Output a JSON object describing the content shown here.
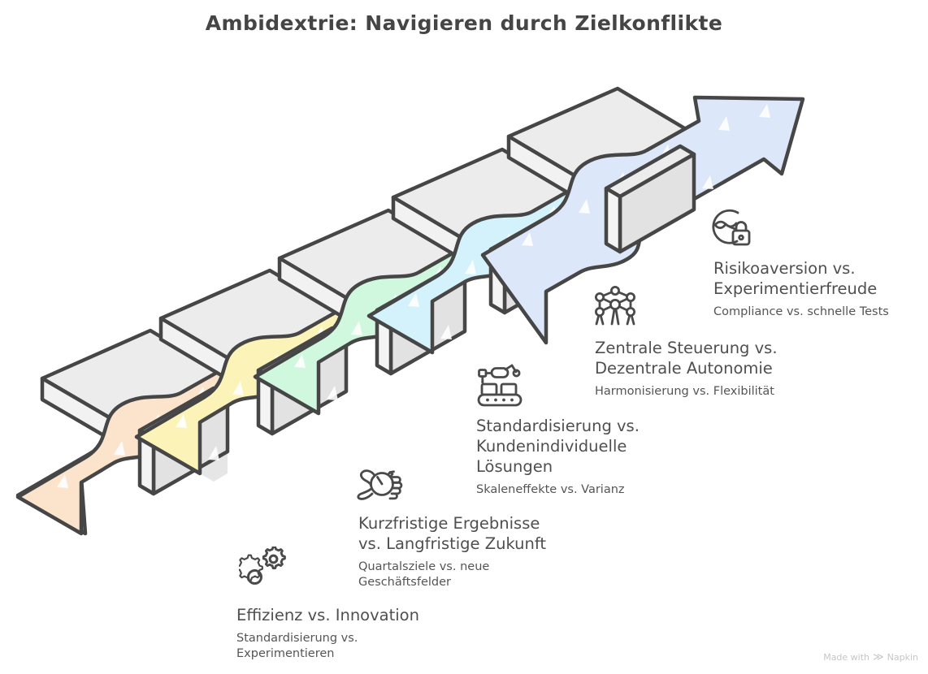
{
  "header": {
    "title": "Ambidextrie: Navigieren durch Zielkonflikte"
  },
  "diagram": {
    "type": "isometric-hurdle-path",
    "description": "Aufsteigender isometrischer Pfad, der sich ueber und unter fuenf graue Huerden schlaengelt und in einem Pfeil nach oben rechts endet.",
    "colors": {
      "background": "#ffffff",
      "stroke": "#464646",
      "hurdle_top": "#ececec",
      "hurdle_side": "#e2e2e2",
      "hurdle_face": "#f2f2f2",
      "ribbon_1": "#fce3cc",
      "ribbon_2": "#fbf3b8",
      "ribbon_3": "#cff8de",
      "ribbon_4": "#d4f2fc",
      "ribbon_5": "#dce7f9",
      "arrow": "#dce7f9",
      "title_text": "#454545",
      "label_text": "#4f4f4f",
      "sub_text": "#555555",
      "watermark_text": "#c6c6c6"
    },
    "hurdle_count": 5,
    "ribbon_segment_count": 5
  },
  "items": [
    {
      "index": 1,
      "icon": "gears-icon",
      "title": "Effizienz vs. Innovation",
      "subtitle": "Standardisierung vs.\nExperimentieren",
      "color": "#fce3cc"
    },
    {
      "index": 2,
      "icon": "hand-stopwatch-icon",
      "title": "Kurzfristige Ergebnisse\nvs. Langfristige Zukunft",
      "subtitle": "Quartalsziele vs. neue\nGeschäftsfelder",
      "color": "#fbf3b8"
    },
    {
      "index": 3,
      "icon": "conveyor-robot-arm-icon",
      "title": "Standardisierung vs.\nKundenindividuelle\nLösungen",
      "subtitle": "Skaleneffekte vs. Varianz",
      "color": "#cff8de"
    },
    {
      "index": 4,
      "icon": "network-molecule-icon",
      "title": "Zentrale Steuerung vs.\nDezentrale Autonomie",
      "subtitle": "Harmonisierung vs. Flexibilität",
      "color": "#d4f2fc"
    },
    {
      "index": 5,
      "icon": "shield-lock-icon",
      "title": "Risikoaversion vs.\nExperimentierfreude",
      "subtitle": "Compliance vs. schnelle Tests",
      "color": "#dce7f9"
    }
  ],
  "watermark": {
    "text": "Made with",
    "mark": "≫",
    "brand": "Napkin"
  }
}
